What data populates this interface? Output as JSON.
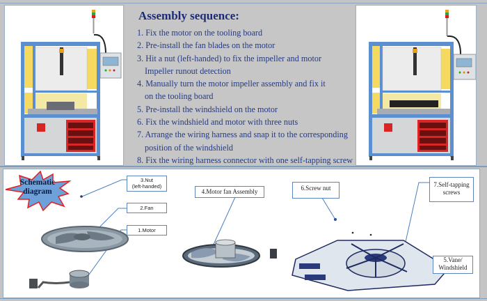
{
  "header": {
    "title": "Assembly sequence:"
  },
  "steps": [
    {
      "text": "1. Fix the motor on the tooling board"
    },
    {
      "text": "2. Pre-install the fan blades on the motor"
    },
    {
      "text": "3. Hit a nut (left-handed) to fix the impeller and motor",
      "cont": "Impeller runout detection"
    },
    {
      "text": "4. Manually turn the motor impeller assembly and fix it",
      "cont": "on the tooling board"
    },
    {
      "text": "5. Pre-install the windshield on the motor"
    },
    {
      "text": "6. Fix the windshield and motor with three nuts"
    },
    {
      "text": "7. Arrange the wiring harness and snap it to the corresponding",
      "cont": "position of the windshield"
    },
    {
      "text": "8. Fix the wiring harness connector with one self-tapping screw"
    }
  ],
  "images": {
    "left_machine": "assembly workstation machine",
    "right_machine": "assembly workstation machine with windshield fixture"
  },
  "diagram": {
    "badge": {
      "line1": "Schematic",
      "line2": "diagram"
    },
    "labels": {
      "nut": {
        "line1": "3.Nut",
        "line2": "(left-handed)"
      },
      "fan": "2.Fan",
      "motor": "1.Motor",
      "assembly": "4.Motor fan Assembly",
      "screw_nut": "6.Screw nut",
      "screws": {
        "line1": "7.Self-tapping",
        "line2": "screws"
      },
      "vane": {
        "line1": "5.Vane/",
        "line2": "Windshield"
      }
    }
  },
  "colors": {
    "title_text": "#1c2a78",
    "step_text": "#253a82",
    "label_border": "#5b86bd",
    "badge_fill": "#6ea0da",
    "badge_stroke": "#e02020",
    "panel_grey": "#c6c6c6"
  }
}
